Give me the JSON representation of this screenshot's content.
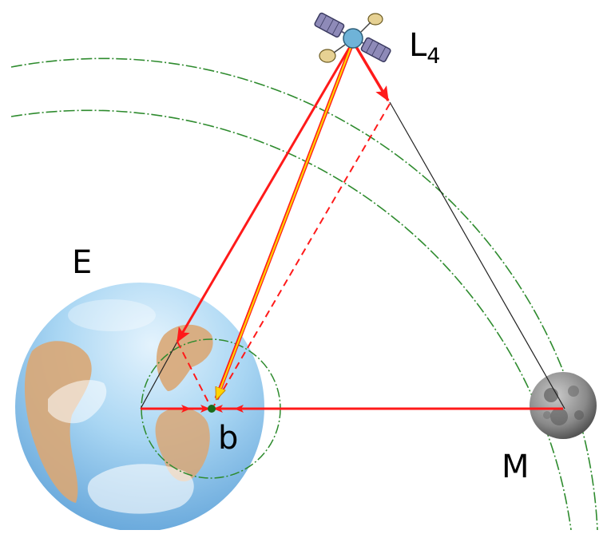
{
  "labels": {
    "earth": "E",
    "barycenter": "b",
    "moon": "M",
    "lagrange_base": "L",
    "lagrange_sub": "4"
  },
  "colors": {
    "background": "#ffffff",
    "orbit": "#2e8b2e",
    "force_arrow": "#ff1a1a",
    "resultant_inner": "#ffd400",
    "triangle_edge": "#222222",
    "barycenter_dot": "#1a6b1a",
    "ocean": "#8ec8ee",
    "land": "#d9a775",
    "moon": "#808080"
  },
  "icons": {
    "satellite": "satellite-icon",
    "earth": "earth-globe-icon",
    "moon": "moon-icon"
  }
}
